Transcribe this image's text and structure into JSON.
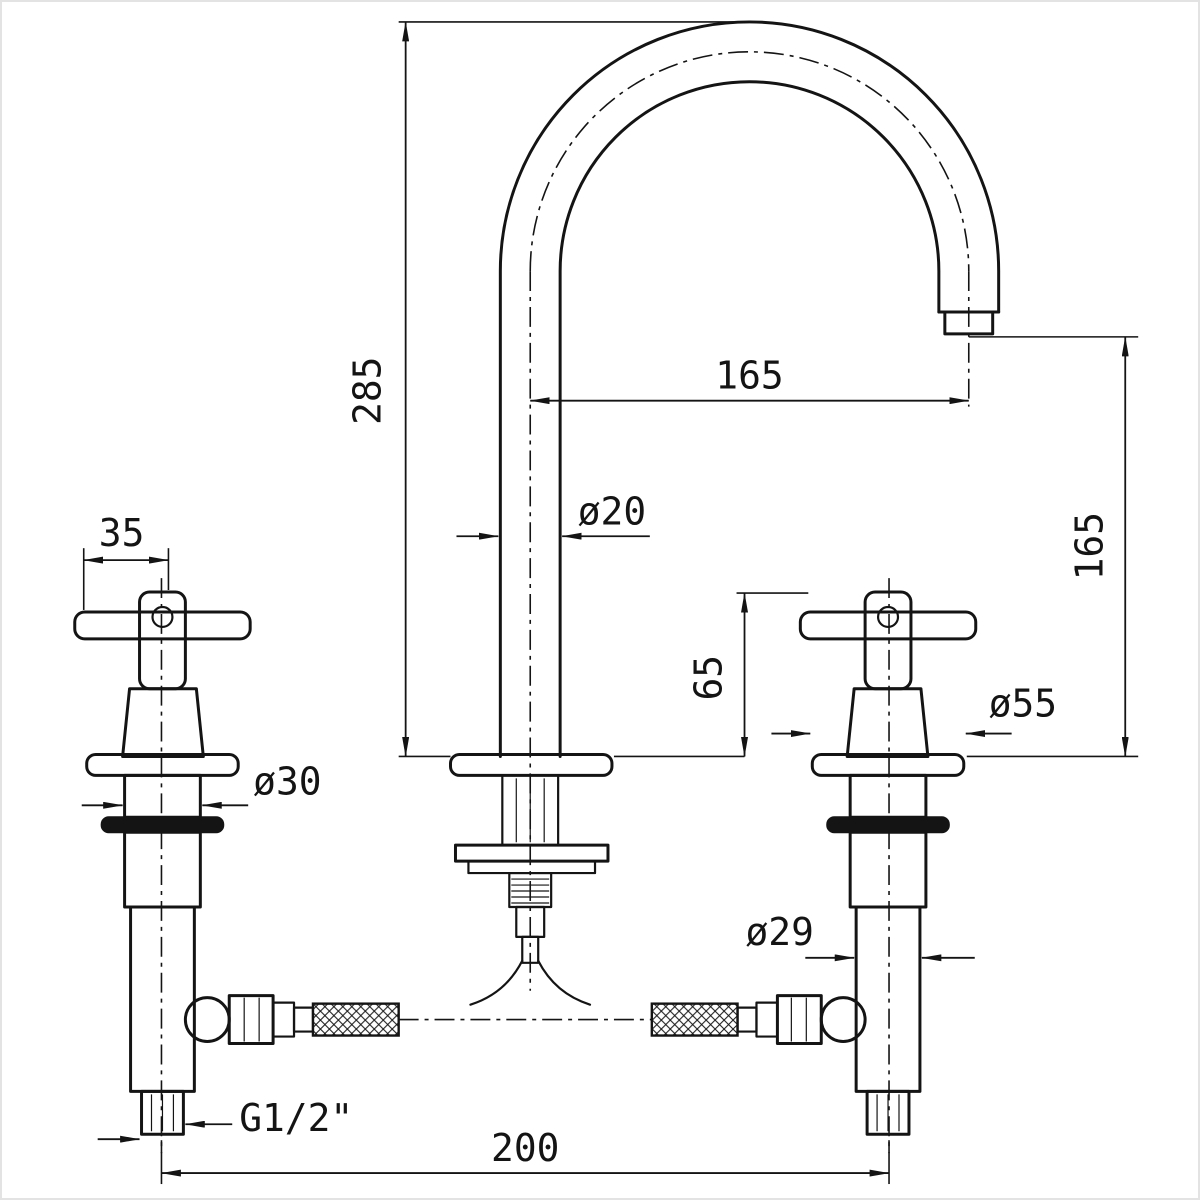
{
  "drawing": {
    "kind": "technical-dimension-drawing",
    "subject": "3-hole basin mixer tap with two cross handles and swan-neck spout",
    "colors": {
      "background": "#ffffff",
      "line": "#141414"
    },
    "dimensions": {
      "spout_height": "285",
      "spout_reach": "165",
      "outlet_clearance": "165",
      "spout_tube_diameter": "ø20",
      "handle_hub_width": "35",
      "left_body_diameter": "ø30",
      "handle_height": "65",
      "flange_diameter": "ø55",
      "right_body_diameter": "ø29",
      "inlet_thread": "G1/2\"",
      "hole_centre_distance": "200"
    }
  }
}
